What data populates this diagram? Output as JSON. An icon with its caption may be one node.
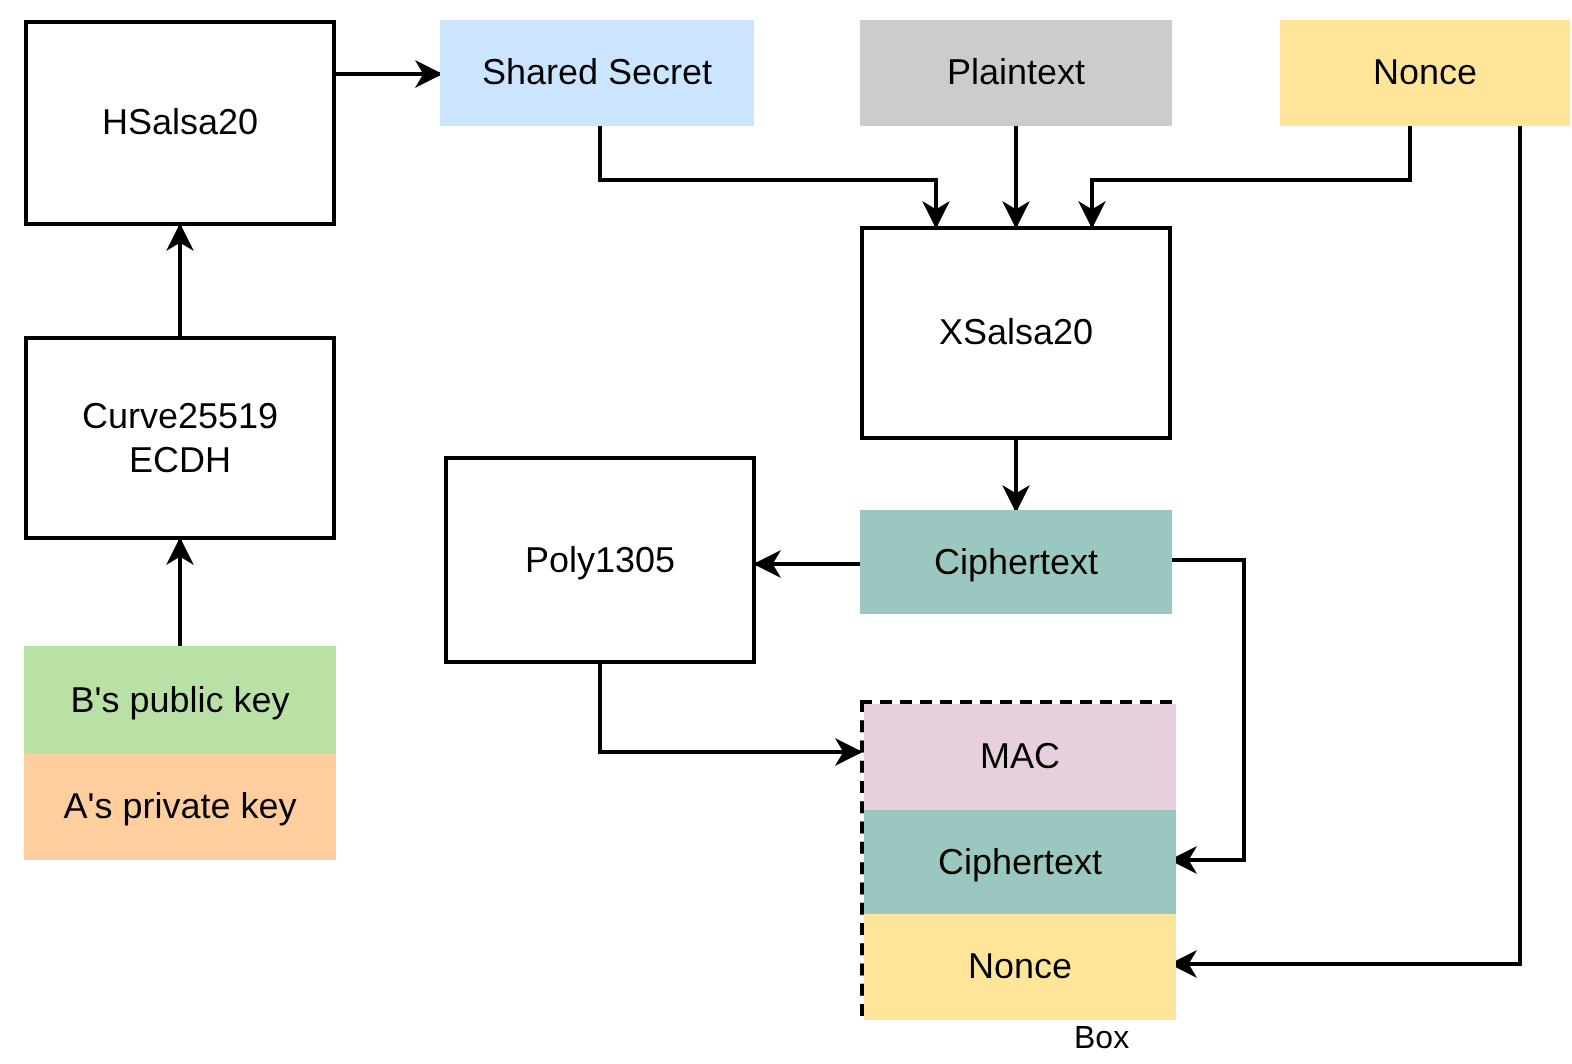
{
  "diagram": {
    "nodes": [
      {
        "text": [
          "HSalsa20"
        ]
      },
      {
        "text": [
          "Shared Secret"
        ]
      },
      {
        "text": [
          "Plaintext"
        ]
      },
      {
        "text": [
          "Nonce"
        ]
      },
      {
        "text": [
          "XSalsa20"
        ]
      },
      {
        "text": [
          "Curve25519 ECDH"
        ]
      },
      {
        "text": [
          "Poly1305"
        ]
      },
      {
        "text": [
          "Ciphertext"
        ]
      },
      {
        "text": [],
        "shape": "box",
        "beside": [
          "Box"
        ]
      },
      {
        "text": [
          "MAC"
        ],
        "in": 8
      },
      {
        "text": [
          "Ciphertext"
        ],
        "in": 8
      },
      {
        "text": [
          "Nonce"
        ],
        "in": 8
      },
      {
        "text": [
          "B's public key"
        ]
      },
      {
        "text": [
          "A's private key"
        ]
      }
    ],
    "edges": [
      {
        "from": 0,
        "to": 1,
        "arrow": "to"
      },
      {
        "from": 1,
        "to": 4,
        "arrow": "to"
      },
      {
        "from": 2,
        "to": 4,
        "arrow": "to"
      },
      {
        "from": 3,
        "to": 4,
        "arrow": "to"
      },
      {
        "from": 3,
        "to": 11,
        "arrow": "to"
      },
      {
        "from": 4,
        "to": 7,
        "arrow": "to"
      },
      {
        "from": 7,
        "to": 6,
        "arrow": "to"
      },
      {
        "from": 6,
        "to": 9,
        "arrow": "to"
      },
      {
        "from": 7,
        "to": 10,
        "arrow": "to"
      },
      {
        "from": 5,
        "to": 0,
        "arrow": "to"
      },
      {
        "from": 12,
        "to": 5,
        "arrow": "to"
      }
    ]
  }
}
